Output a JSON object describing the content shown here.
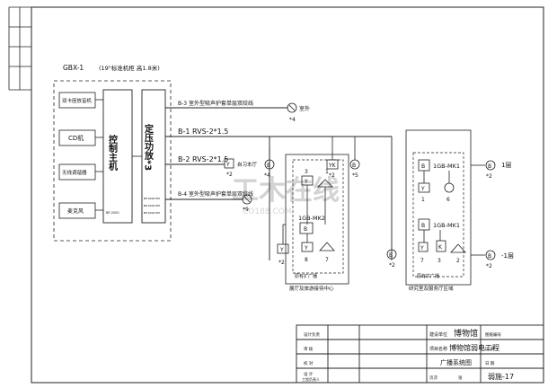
{
  "cabinet": {
    "id": "GBX-1",
    "spec": "(19\"标准机柜 高1.8米)"
  },
  "sources": [
    "双卡座放音机",
    "CD机",
    "无线调谐器",
    "麦克风"
  ],
  "sources_code": "BP-2000",
  "host": "控制主机",
  "amp": "定压功放*3",
  "amp_note": [
    "BP-6000 PM",
    "BP-6000 PM",
    "BP-6000 PM"
  ],
  "lines": [
    {
      "id": "b3",
      "label": "B-3 室外型吸声护套单层双绞线"
    },
    {
      "id": "b1",
      "label": "B-1 RVS-2*1.5"
    },
    {
      "id": "b2",
      "label": "B-2 RVS-2*1.5"
    },
    {
      "id": "b4",
      "label": "B-4 室外型吸声护套单层双绞线"
    }
  ],
  "labels": {
    "outdoor": "室外",
    "outdoor_qty": "*4",
    "selfstudy": "自习本厅",
    "star2": "*2",
    "star4": "*4",
    "star5": "*5",
    "star9": "*9",
    "star3": "3",
    "star1": "1",
    "star6": "6",
    "star7": "7",
    "star8": "8",
    "star2b": "2",
    "mk": "1GB-MK1",
    "mk2": "1GB-MK2",
    "zone1": "展厅及旅游接待中心",
    "zone2": "研究室及服务厅区域",
    "zone_note": "原有扩广播",
    "f1": "1层",
    "fm1": "-1层"
  },
  "title_block": {
    "project_label": "建设单位",
    "project": "博物馆",
    "name_label": "项目名称",
    "name": "博物馆弱电工程",
    "drawing": "广播系统图",
    "drawing_no": "弱施-17",
    "rows": [
      "设计负责",
      "审 核",
      "校 对",
      "设 计",
      "工程负责人"
    ],
    "col_a": "图纸编号",
    "col_b": "比 例",
    "col_c": "日 期",
    "scale": "",
    "date": "",
    "cols": [
      "页次",
      "张"
    ]
  },
  "watermark": {
    "main": "工木在线",
    "sub": "CO188.COM"
  }
}
